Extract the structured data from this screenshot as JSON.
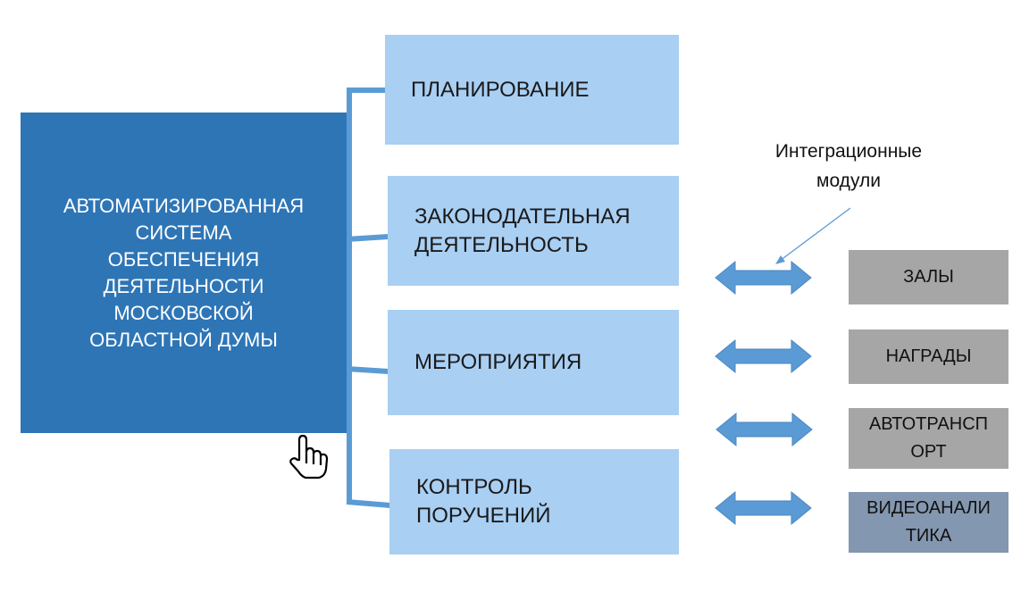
{
  "main_system": {
    "title": "АВТОМАТИЗИРОВАННАЯ\nСИСТЕМА\nОБЕСПЕЧЕНИЯ\nДЕЯТЕЛЬНОСТИ\nМОСКОВСКОЙ\nОБЛАСТНОЙ ДУМЫ"
  },
  "functions": [
    {
      "label": "ПЛАНИРОВАНИЕ"
    },
    {
      "label": "ЗАКОНОДАТЕЛЬНАЯ\nДЕЯТЕЛЬНОСТЬ"
    },
    {
      "label": "МЕРОПРИЯТИЯ"
    },
    {
      "label": "КОНТРОЛЬ\nПОРУЧЕНИЙ"
    }
  ],
  "integration_note": "Интеграционные\nмодули",
  "modules": [
    {
      "label": "ЗАЛЫ"
    },
    {
      "label": "НАГРАДЫ"
    },
    {
      "label": "АВТОТРАНСП\nОРТ"
    },
    {
      "label": "ВИДЕОАНАЛИ\nТИКА"
    }
  ],
  "colors": {
    "main": "#2e75b6",
    "function_box": "#a9cff3",
    "module_box": "#a6a6a6",
    "module_box_highlight": "#8497b0",
    "connector": "#5b9bd5",
    "arrow": "#5b9bd5"
  },
  "icons": {
    "cursor": "hand-pointer-icon",
    "arrows": "double-arrow-icon"
  }
}
